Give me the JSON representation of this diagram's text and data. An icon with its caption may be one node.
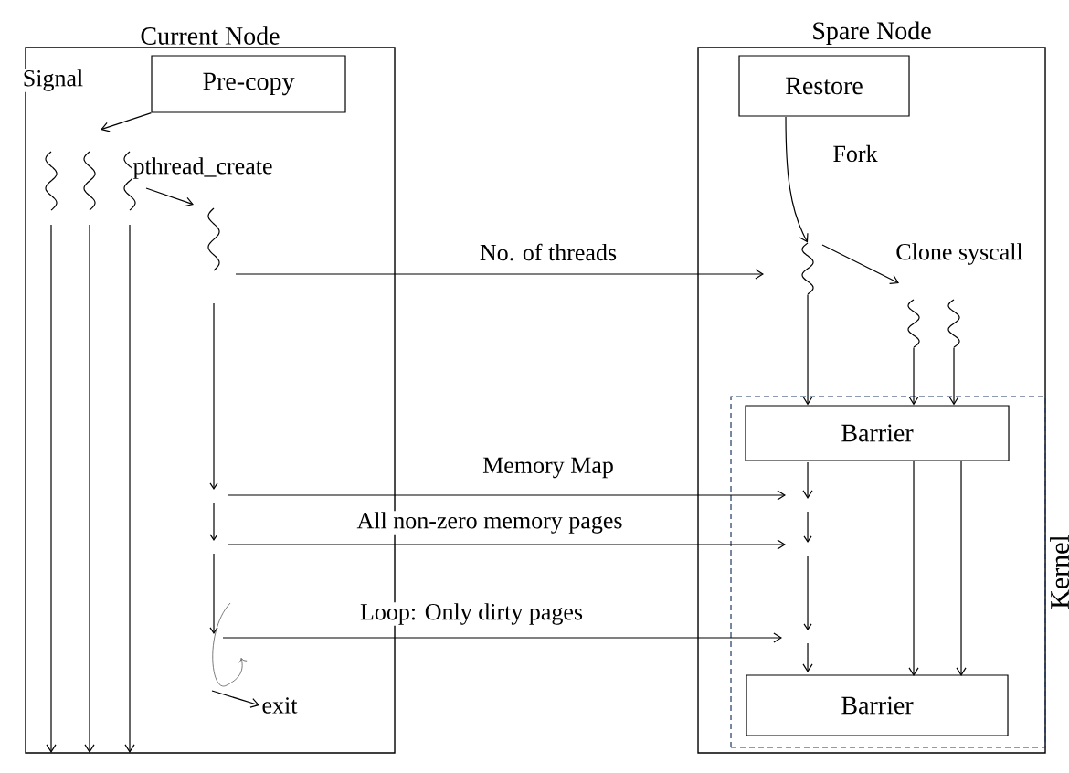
{
  "diagram": {
    "nodes": [
      {
        "text": [
          "Current Node"
        ]
      },
      {
        "text": [
          "Pre-copy"
        ],
        "in": 0
      },
      {
        "text": [],
        "shape": "wave",
        "in": 0
      },
      {
        "text": [],
        "shape": "wave",
        "in": 0
      },
      {
        "text": [],
        "shape": "wave",
        "in": 0
      },
      {
        "text": [],
        "shape": "wave",
        "in": 0
      },
      {
        "text": [
          "exit"
        ],
        "in": 0
      },
      {
        "text": [
          "Spare Node"
        ]
      },
      {
        "text": [
          "Restore"
        ],
        "in": 7
      },
      {
        "text": [],
        "shape": "wave",
        "in": 7
      },
      {
        "text": [],
        "shape": "wave",
        "in": 7
      },
      {
        "text": [],
        "shape": "wave",
        "in": 7
      },
      {
        "text": [
          "Kernel"
        ],
        "in": 7
      },
      {
        "text": [
          "Barrier"
        ],
        "in": 12
      },
      {
        "text": [
          "Barrier"
        ],
        "in": 12
      }
    ],
    "edges": [
      {
        "from": 1,
        "to": 3,
        "arrow": "to",
        "label": "Signal"
      },
      {
        "from": 4,
        "to": 5,
        "arrow": "to",
        "label": "pthread_create"
      },
      {
        "from": 5,
        "to": 9,
        "arrow": "to",
        "label": "No. of threads"
      },
      {
        "from": 8,
        "to": 9,
        "arrow": "to",
        "label": "Fork"
      },
      {
        "from": 9,
        "to": 10,
        "arrow": "to",
        "label": "Clone syscall"
      },
      {
        "from": 2,
        "to": null,
        "arrow": "to"
      },
      {
        "from": 3,
        "to": null,
        "arrow": "to"
      },
      {
        "from": 4,
        "to": null,
        "arrow": "to"
      },
      {
        "from": 9,
        "to": 13,
        "arrow": "to"
      },
      {
        "from": 10,
        "to": 13,
        "arrow": "to"
      },
      {
        "from": 11,
        "to": 13,
        "arrow": "to"
      },
      {
        "from": 13,
        "to": 14,
        "arrow": "to"
      },
      {
        "from": 13,
        "to": 14,
        "arrow": "to"
      },
      {
        "from": null,
        "to": 12,
        "arrow": "to",
        "label": "Memory Map"
      },
      {
        "from": null,
        "to": 12,
        "arrow": "to",
        "label": "All non-zero memory pages"
      },
      {
        "from": null,
        "to": 12,
        "arrow": "to",
        "label": "Loop: Only dirty pages"
      },
      {
        "from": null,
        "to": 6,
        "arrow": "to"
      },
      {
        "from": 13,
        "to": null,
        "arrow": "to"
      },
      {
        "from": null,
        "to": 14,
        "arrow": "to"
      }
    ]
  }
}
